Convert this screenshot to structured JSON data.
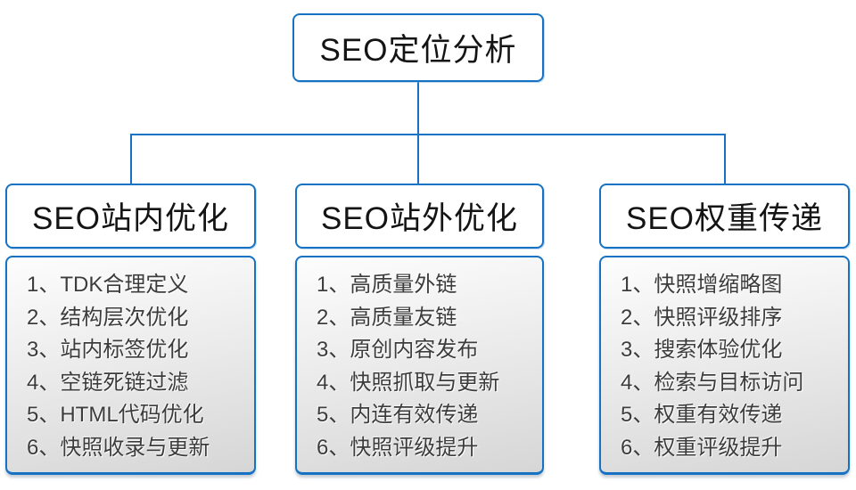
{
  "root": {
    "title": "SEO定位分析"
  },
  "columns": [
    {
      "title": "SEO站内优化",
      "items": [
        "1、TDK合理定义",
        "2、结构层次优化",
        "3、站内标签优化",
        "4、空链死链过滤",
        "5、HTML代码优化",
        "6、快照收录与更新"
      ]
    },
    {
      "title": "SEO站外优化",
      "items": [
        "1、高质量外链",
        "2、高质量友链",
        "3、原创内容发布",
        "4、快照抓取与更新",
        "5、内连有效传递",
        "6、快照评级提升"
      ]
    },
    {
      "title": "SEO权重传递",
      "items": [
        "1、快照增缩略图",
        "2、快照评级排序",
        "3、搜索体验优化",
        "4、检索与目标访问",
        "5、权重有效传递",
        "6、权重评级提升"
      ]
    }
  ],
  "colors": {
    "accent_blue": "#1673c4",
    "panel_gradient_top": "#fdfdfd",
    "panel_gradient_bottom": "#d6d6d6",
    "title_text": "#141414",
    "item_text": "#3c3c3c"
  }
}
